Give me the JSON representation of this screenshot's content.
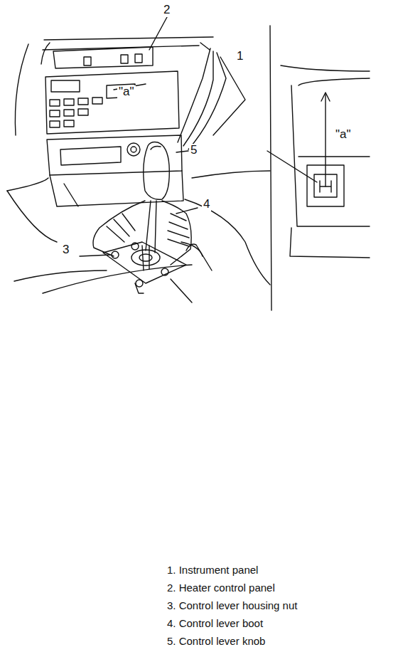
{
  "diagram": {
    "labels": [
      "2",
      "1",
      "\"a\"",
      "5",
      "4",
      "3",
      "\"a\"",
      "1. Instrument panel",
      "2. Heater control panel",
      "3. Control lever housing nut",
      "4. Control lever boot",
      "5. Control lever knob"
    ]
  }
}
